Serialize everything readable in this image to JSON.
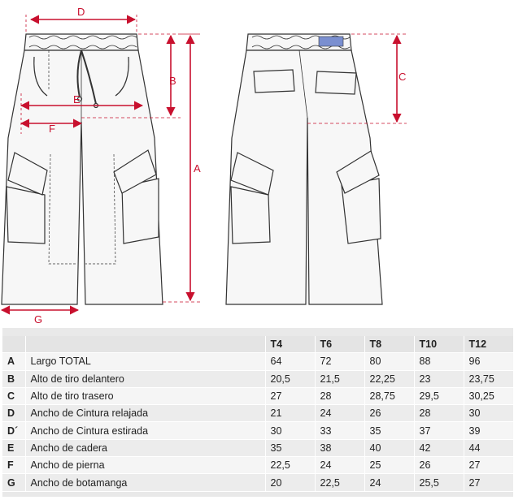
{
  "figure": {
    "labels": {
      "A": "A",
      "B": "B",
      "C": "C",
      "D": "D",
      "E": "E",
      "F": "F",
      "G": "G"
    },
    "colors": {
      "dimension": "#c8102e",
      "outline": "#333333",
      "fill": "#f7f7f7"
    }
  },
  "table": {
    "sizes": [
      "T4",
      "T6",
      "T8",
      "T10",
      "T12"
    ],
    "rows": [
      {
        "code": "A",
        "label": "Largo TOTAL",
        "values": [
          "64",
          "72",
          "80",
          "88",
          "96"
        ]
      },
      {
        "code": "B",
        "label": "Alto de tiro delantero",
        "values": [
          "20,5",
          "21,5",
          "22,25",
          "23",
          "23,75"
        ]
      },
      {
        "code": "C",
        "label": "Alto de tiro trasero",
        "values": [
          "27",
          "28",
          "28,75",
          "29,5",
          "30,25"
        ]
      },
      {
        "code": "D",
        "label": "Ancho de Cintura relajada",
        "values": [
          "21",
          "24",
          "26",
          "28",
          "30"
        ]
      },
      {
        "code": "D´",
        "label": "Ancho de Cintura estirada",
        "values": [
          "30",
          "33",
          "35",
          "37",
          "39"
        ]
      },
      {
        "code": "E",
        "label": "Ancho de cadera",
        "values": [
          "35",
          "38",
          "40",
          "42",
          "44"
        ]
      },
      {
        "code": "F",
        "label": "Ancho de pierna",
        "values": [
          "22,5",
          "24",
          "25",
          "26",
          "27"
        ]
      },
      {
        "code": "G",
        "label": "Ancho de botamanga",
        "values": [
          "20",
          "22,5",
          "24",
          "25,5",
          "27"
        ]
      }
    ]
  }
}
